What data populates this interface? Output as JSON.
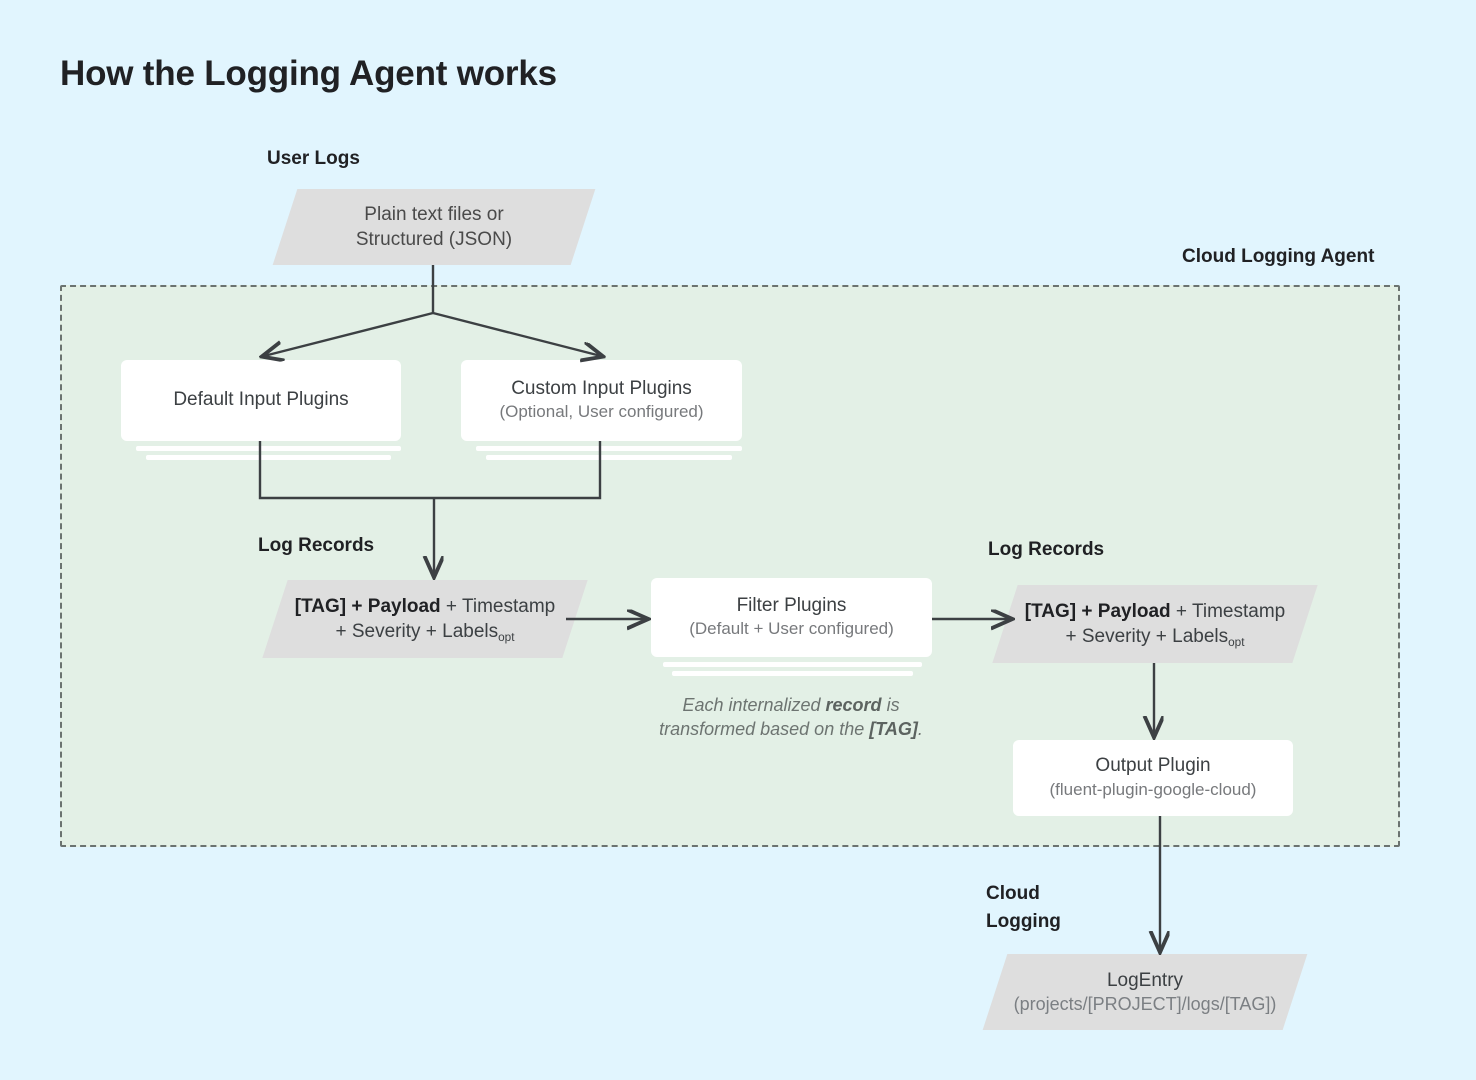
{
  "page": {
    "title": "How the Logging Agent works",
    "background_color": "#e1f5fe",
    "panel_color": "#e3f0e6",
    "parallelogram_color": "#dedede",
    "card_color": "#ffffff",
    "line_color": "#3c4043"
  },
  "labels": {
    "user_logs": "User Logs",
    "cloud_logging_agent": "Cloud Logging Agent",
    "log_records_left": "Log Records",
    "log_records_right": "Log Records",
    "cloud_logging": "Cloud\nLogging"
  },
  "nodes": {
    "user_logs_source": {
      "line1": "Plain text files or",
      "line2": "Structured (JSON)"
    },
    "default_input_plugins": {
      "title": "Default Input Plugins",
      "subtitle": ""
    },
    "custom_input_plugins": {
      "title": "Custom Input Plugins",
      "subtitle": "(Optional, User configured)"
    },
    "log_record_left": {
      "tag": "[TAG]",
      "plus1": " + ",
      "payload": "Payload",
      "rest1": " + Timestamp",
      "rest2": "+ Severity + Labels",
      "subscript": "opt"
    },
    "filter_plugins": {
      "title": "Filter Plugins",
      "subtitle": "(Default + User configured)"
    },
    "log_record_right": {
      "tag": "[TAG]",
      "plus1": " + ",
      "payload": "Payload",
      "rest1": " + Timestamp",
      "rest2": "+ Severity + Labels",
      "subscript": "opt"
    },
    "output_plugin": {
      "title": "Output Plugin",
      "subtitle": "(fluent-plugin-google-cloud)"
    },
    "log_entry": {
      "title": "LogEntry",
      "subtitle": "(projects/[PROJECT]/logs/[TAG])"
    }
  },
  "notes": {
    "transform_note_part1": "Each internalized ",
    "transform_note_bold1": "record",
    "transform_note_part2": " is transformed based on the ",
    "transform_note_bold2": "[TAG]",
    "transform_note_part3": "."
  }
}
